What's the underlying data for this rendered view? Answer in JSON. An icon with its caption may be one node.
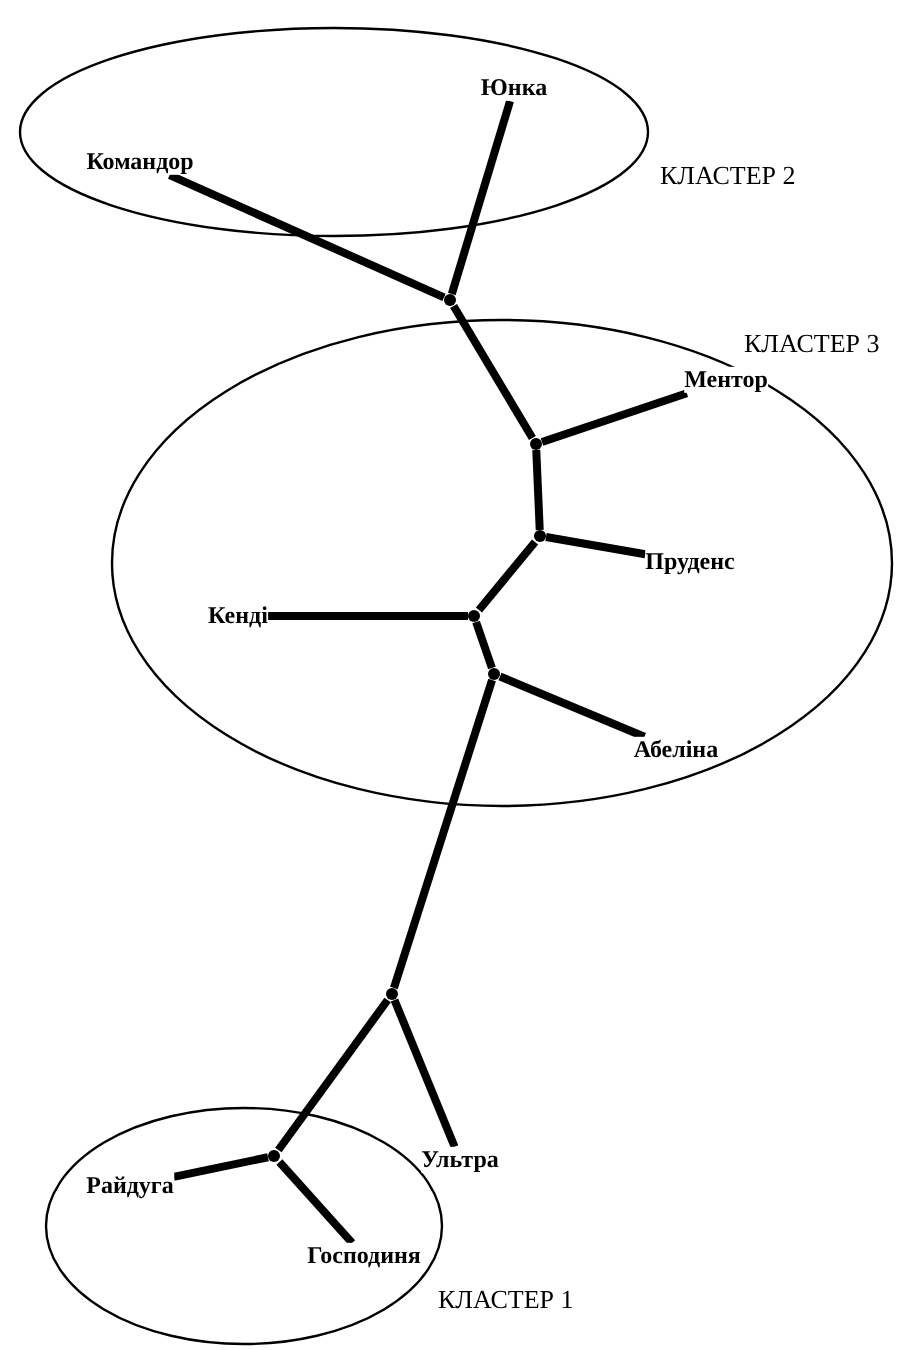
{
  "diagram": {
    "nodes": [
      {
        "text": [
          "КЛАСТЕР 2"
        ]
      },
      {
        "text": [
          "Юнка"
        ],
        "in": 0
      },
      {
        "text": [
          "Командор"
        ],
        "in": 0
      },
      {
        "text": [],
        "shape": "dot"
      },
      {
        "text": [
          "КЛАСТЕР 3"
        ]
      },
      {
        "text": [
          "Ментор"
        ],
        "in": 4
      },
      {
        "text": [],
        "shape": "dot",
        "in": 4
      },
      {
        "text": [],
        "shape": "dot",
        "in": 4
      },
      {
        "text": [
          "Пруденс"
        ],
        "in": 4
      },
      {
        "text": [
          "Кенді"
        ],
        "in": 4
      },
      {
        "text": [],
        "shape": "dot",
        "in": 4
      },
      {
        "text": [],
        "shape": "dot",
        "in": 4
      },
      {
        "text": [
          "Абеліна"
        ],
        "in": 4
      },
      {
        "text": [],
        "shape": "dot"
      },
      {
        "text": [
          "Ультра"
        ]
      },
      {
        "text": [
          "КЛАСТЕР 1"
        ]
      },
      {
        "text": [],
        "shape": "dot",
        "in": 15
      },
      {
        "text": [
          "Райдуга"
        ],
        "in": 15
      },
      {
        "text": [
          "Господиня"
        ],
        "in": 15
      }
    ],
    "edges": [
      {
        "from": 2,
        "to": 3,
        "arrow": "none"
      },
      {
        "from": 1,
        "to": 3,
        "arrow": "none"
      },
      {
        "from": 3,
        "to": 6,
        "arrow": "none"
      },
      {
        "from": 5,
        "to": 6,
        "arrow": "none"
      },
      {
        "from": 6,
        "to": 7,
        "arrow": "none"
      },
      {
        "from": 7,
        "to": 8,
        "arrow": "none"
      },
      {
        "from": 7,
        "to": 10,
        "arrow": "none"
      },
      {
        "from": 9,
        "to": 10,
        "arrow": "none"
      },
      {
        "from": 10,
        "to": 11,
        "arrow": "none"
      },
      {
        "from": 11,
        "to": 12,
        "arrow": "none"
      },
      {
        "from": 11,
        "to": 13,
        "arrow": "none"
      },
      {
        "from": 13,
        "to": 14,
        "arrow": "none"
      },
      {
        "from": 13,
        "to": 16,
        "arrow": "none"
      },
      {
        "from": 16,
        "to": 17,
        "arrow": "none"
      },
      {
        "from": 16,
        "to": 18,
        "arrow": "none"
      }
    ]
  }
}
